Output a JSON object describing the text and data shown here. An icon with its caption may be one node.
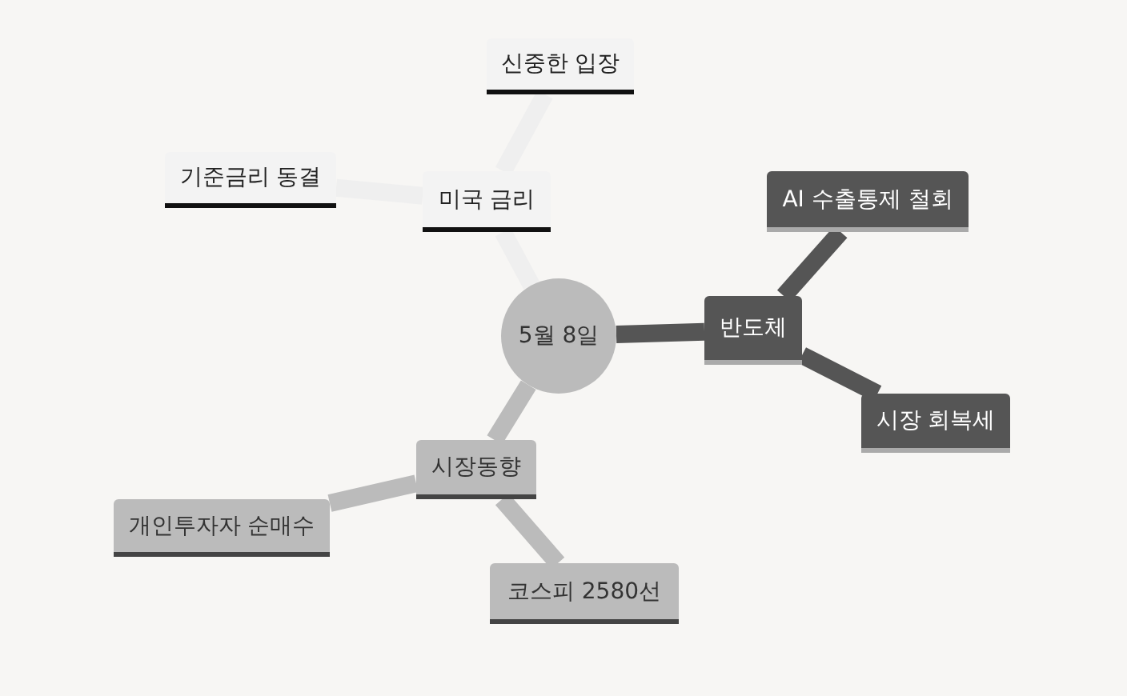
{
  "diagram": {
    "nodes": [
      {
        "text": [
          "5월 8일"
        ]
      },
      {
        "text": [
          "미국 금리"
        ]
      },
      {
        "text": [
          "신중한 입장"
        ]
      },
      {
        "text": [
          "기준금리 동결"
        ]
      },
      {
        "text": [
          "반도체"
        ]
      },
      {
        "text": [
          "AI 수출통제 철회"
        ]
      },
      {
        "text": [
          "시장 회복세"
        ]
      },
      {
        "text": [
          "시장동향"
        ]
      },
      {
        "text": [
          "개인투자자 순매수"
        ]
      },
      {
        "text": [
          "코스피 2580선"
        ]
      }
    ],
    "edges": [
      {
        "from": 0,
        "to": 1,
        "arrow": "none",
        "color": "#efefef"
      },
      {
        "from": 1,
        "to": 2,
        "arrow": "none",
        "color": "#efefef"
      },
      {
        "from": 1,
        "to": 3,
        "arrow": "none",
        "color": "#efefef"
      },
      {
        "from": 0,
        "to": 4,
        "arrow": "none",
        "color": "#555555"
      },
      {
        "from": 4,
        "to": 5,
        "arrow": "none",
        "color": "#555555"
      },
      {
        "from": 4,
        "to": 6,
        "arrow": "none",
        "color": "#555555"
      },
      {
        "from": 0,
        "to": 7,
        "arrow": "none",
        "color": "#bbbbbb"
      },
      {
        "from": 7,
        "to": 8,
        "arrow": "none",
        "color": "#bbbbbb"
      },
      {
        "from": 7,
        "to": 9,
        "arrow": "none",
        "color": "#bbbbbb"
      }
    ]
  }
}
